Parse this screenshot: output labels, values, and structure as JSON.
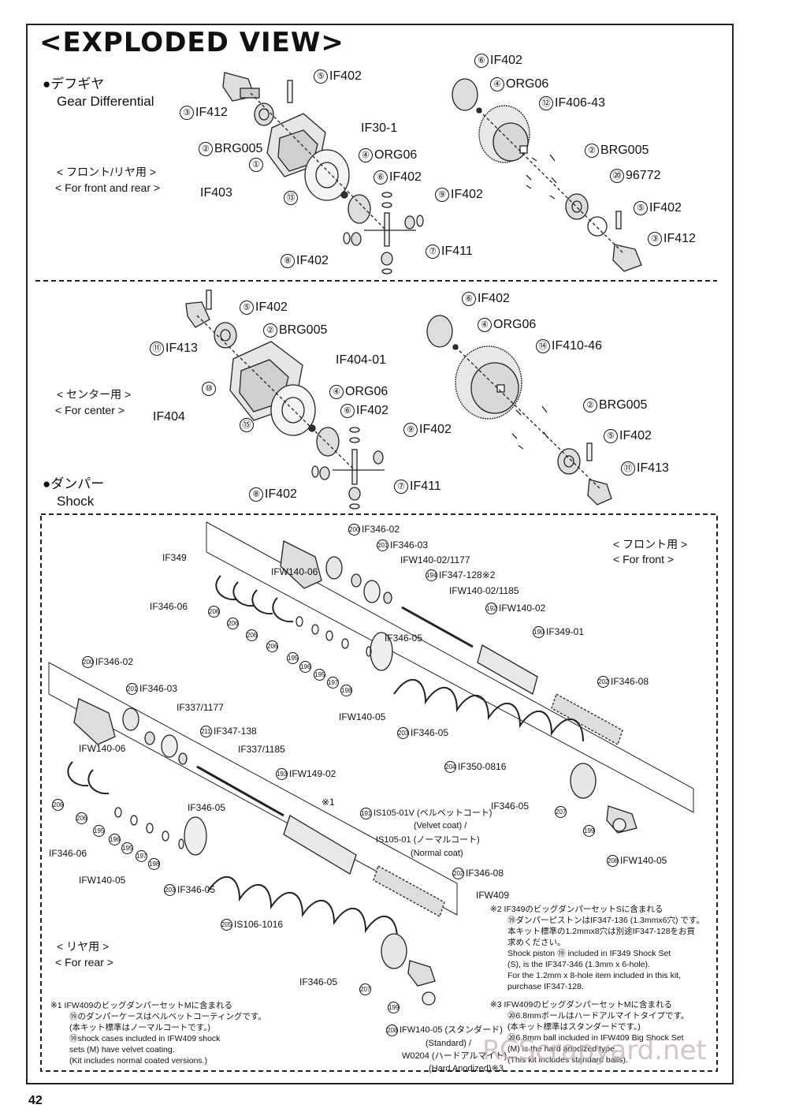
{
  "title": "<EXPLODED VIEW>",
  "page_number": "42",
  "watermark": "RCScrapyard.net",
  "sections": {
    "gear_diff": {
      "jp": "●デフギヤ",
      "en": "Gear Differential",
      "sub_jp": "< フロント/リヤ用 >",
      "sub_en": "< For front and rear >"
    },
    "center_diff": {
      "sub_jp": "< センター用 >",
      "sub_en": "< For center >"
    },
    "shock": {
      "jp": "●ダンパー",
      "en": "Shock",
      "front_jp": "< フロント用 >",
      "front_en": "< For front >",
      "rear_jp": "< リヤ用 >",
      "rear_en": "< For rear >"
    }
  },
  "gd_labels": {
    "l1": {
      "n": "⑤",
      "t": "IF402"
    },
    "l2": {
      "n": "③",
      "t": "IF412"
    },
    "l3": {
      "n": "②",
      "t": "BRG005"
    },
    "l4": {
      "n": "①",
      "t": ""
    },
    "l5": {
      "t": "IF30-1"
    },
    "l6": {
      "n": "④",
      "t": "ORG06"
    },
    "l7": {
      "t": "IF403"
    },
    "l8": {
      "n": "⑬",
      "t": ""
    },
    "l9": {
      "n": "⑥",
      "t": "IF402"
    },
    "l10": {
      "n": "⑨",
      "t": "IF402"
    },
    "l11": {
      "n": "⑦",
      "t": "IF411"
    },
    "l12": {
      "n": "⑧",
      "t": "IF402"
    },
    "r1": {
      "n": "⑥",
      "t": "IF402"
    },
    "r2": {
      "n": "④",
      "t": "ORG06"
    },
    "r3": {
      "n": "⑫",
      "t": "IF406-43"
    },
    "r4": {
      "n": "②",
      "t": "BRG005"
    },
    "r5": {
      "n": "⑳",
      "t": "96772"
    },
    "r6": {
      "n": "⑤",
      "t": "IF402"
    },
    "r7": {
      "n": "③",
      "t": "IF412"
    }
  },
  "cd_labels": {
    "l1": {
      "n": "⑤",
      "t": "IF402"
    },
    "l2": {
      "n": "②",
      "t": "BRG005"
    },
    "l3": {
      "n": "⑪",
      "t": "IF413"
    },
    "l4": {
      "t": "IF404-01"
    },
    "l5": {
      "n": "⑩",
      "t": ""
    },
    "l6": {
      "n": "④",
      "t": "ORG06"
    },
    "l7": {
      "t": "IF404"
    },
    "l8": {
      "n": "⑥",
      "t": "IF402"
    },
    "l9": {
      "n": "⑮",
      "t": ""
    },
    "l10": {
      "n": "⑨",
      "t": "IF402"
    },
    "l11": {
      "n": "⑦",
      "t": "IF411"
    },
    "l12": {
      "n": "⑧",
      "t": "IF402"
    },
    "r1": {
      "n": "⑥",
      "t": "IF402"
    },
    "r2": {
      "n": "④",
      "t": "ORG06"
    },
    "r3": {
      "n": "⑭",
      "t": "IF410-46"
    },
    "r4": {
      "n": "②",
      "t": "BRG005"
    },
    "r5": {
      "n": "⑤",
      "t": "IF402"
    },
    "r6": {
      "n": "⑪",
      "t": "IF413"
    }
  },
  "shock_front": {
    "a1": "200",
    "a1t": "IF346-02",
    "a2": "201",
    "a2t": "IF346-03",
    "a3t": "IFW140-02/1177",
    "a4": "194",
    "a4t": "IF347-128※2",
    "a5t": "IFW140-02/1185",
    "a6": "192",
    "a6t": "IFW140-02",
    "a7": "190",
    "a7t": "IF349-01",
    "a8": "202",
    "a8t": "IF346-08",
    "b1": "IF349",
    "b2": "IFW140-06",
    "b3": "IF346-06",
    "b4": "IF346-05",
    "b5": "IFW140-05",
    "b6": "203",
    "b6t": "IF346-05",
    "b7": "204",
    "b7t": "IF350-0816",
    "b8": "IF346-05",
    "b9": "207",
    "b10": "199",
    "b11": "208",
    "b11t": "IFW140-05",
    "c206": "206",
    "c195": "195",
    "c196": "196",
    "c197": "197",
    "c198": "198"
  },
  "shock_rear": {
    "a1": "200",
    "a1t": "IF346-02",
    "a2": "201",
    "a2t": "IF346-03",
    "a3t": "IF337/1177",
    "a4": "211",
    "a4t": "IF347-138",
    "a5t": "IF337/1185",
    "a6": "193",
    "a6t": "IFW149-02",
    "a7": "※1",
    "a8": "191",
    "a8t": "IS105-01V (ベルベットコート)",
    "a8b": "(Velvet coat) /",
    "a8c": "IS105-01 (ノーマルコート)",
    "a8d": "(Normal coat)",
    "a9": "202",
    "a9t": "IF346-08",
    "a10": "IFW409",
    "b1": "IFW140-06",
    "b2": "IF346-05",
    "b3": "IF346-06",
    "b4": "IFW140-05",
    "b5": "203",
    "b5t": "IF346-05",
    "b6": "205",
    "b6t": "IS106-1016",
    "b7": "IF346-05",
    "b8": "207",
    "b9": "199",
    "b10": "208",
    "b10t": "IFW140-05 (スタンダード)",
    "b10b": "(Standard) /",
    "b10c": "W0204 (ハードアルマイト)",
    "b10d": "(Hard Anodized)※3",
    "c206": "206",
    "c195": "195",
    "c196": "196",
    "c197": "197",
    "c198": "198"
  },
  "notes": {
    "n1": [
      "※1 IFW409のビッグダンパーセットMに含まれる",
      "⑲のダンパーケースはベルベットコーティングです。",
      "(本キット標準はノーマルコートです。)",
      "⑲shock cases included in IFW409 shock",
      "sets (M) have velvet coating.",
      "(Kit includes normal coated versions.)"
    ],
    "n2": [
      "※2 IF349のビッグダンパーセットSに含まれる",
      "⑲ダンパーピストンはIF347-136 (1.3mmx6穴) です。",
      "本キット標準の1.2mmx8穴は別途IF347-128をお買",
      "求めください。",
      "Shock piston ⑲ included in IF349 Shock Set",
      "(S), is the IF347-346 (1.3mm x 6-hole).",
      "For the 1.2mm x 8-hole item included in this kit,",
      "purchase IF347-128."
    ],
    "n3": [
      "※3 IFW409のビッグダンパーセットMに含まれる",
      "⑳6.8mmボールはハードアルマイトタイプです。",
      "(本キット標準はスタンダードです。)",
      "⑳6.8mm ball included in IFW409 Big Shock Set",
      "(M) is the hard anodized type.",
      "(This kit includes standard balls)."
    ]
  }
}
